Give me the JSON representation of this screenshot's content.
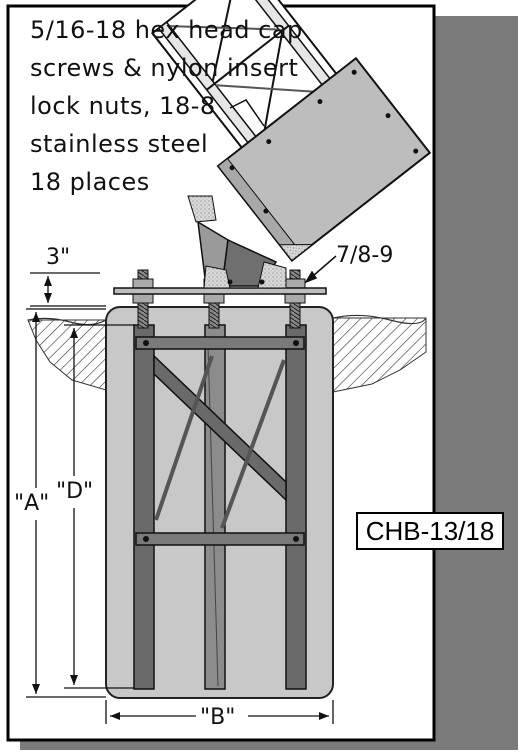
{
  "callout": {
    "lines": [
      "5/16-18 hex head cap",
      "screws & nylon insert",
      "lock nuts, 18-8",
      "stainless steel",
      "18 places"
    ]
  },
  "dimensions": {
    "top_offset": "3\"",
    "anchor_bolt": "7/8-9",
    "depth_a": "\"A\"",
    "depth_d": "\"D\"",
    "width_b": "\"B\""
  },
  "tag": {
    "model": "CHB-13/18"
  },
  "colors": {
    "concrete": "#c8c8c8",
    "steel_dark": "#6a6a6a",
    "plate": "#bdbdbd",
    "frame_border": "#000000",
    "shadow": "#7a7a7a"
  }
}
